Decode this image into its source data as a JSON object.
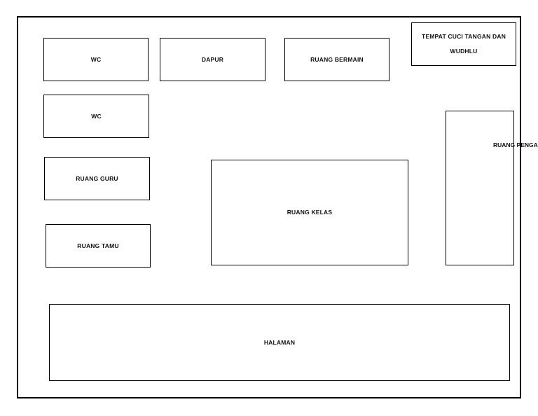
{
  "floor_plan": {
    "rooms": {
      "wc_top": "WC",
      "dapur": "DAPUR",
      "ruang_bermain": "RUANG BERMAIN",
      "tempat_cuci": "TEMPAT CUCI TANGAN DAN WUDHLU",
      "wc_middle": "WC",
      "ruang_guru": "RUANG GURU",
      "ruang_tamu": "RUANG TAMU",
      "ruang_kelas": "RUANG KELAS",
      "ruang_penga": "RUANG PENGA",
      "halaman": "HALAMAN"
    }
  }
}
